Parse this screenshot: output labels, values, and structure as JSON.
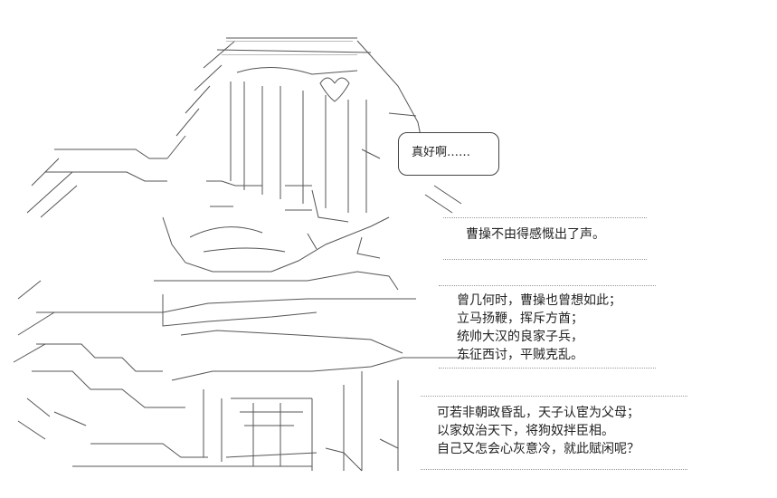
{
  "speech_bubble": "真好啊……",
  "narration": {
    "line1": "曹操不由得感慨出了声。",
    "block2": [
      "曾几何时，曹操也曾想如此；",
      "立马扬鞭，挥斥方酋；",
      "统帅大汉的良家子兵，",
      "东征西讨，平贼克乱。"
    ],
    "block3": [
      "可若非朝政昏乱，天子认宦为父母；",
      "以家奴治天下，将狗奴拌臣相。",
      "自己又怎会心灰意冷，就此赋闲呢？"
    ]
  },
  "colors": {
    "ink": "#444444",
    "dots": "#999999",
    "background": "#ffffff"
  }
}
